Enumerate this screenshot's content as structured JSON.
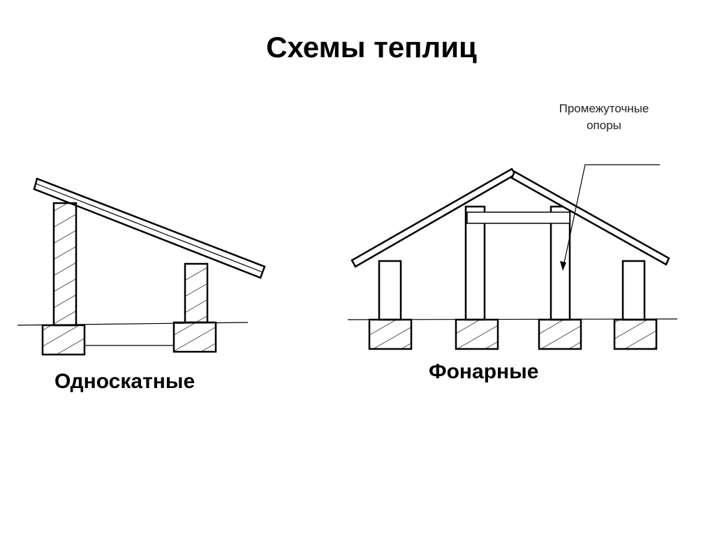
{
  "title": "Схемы теплиц",
  "labels": {
    "single_slope": "Односкатные",
    "lantern": "Фонарные"
  },
  "annotation": {
    "line1": "Промежуточные",
    "line2": "опоры"
  }
}
